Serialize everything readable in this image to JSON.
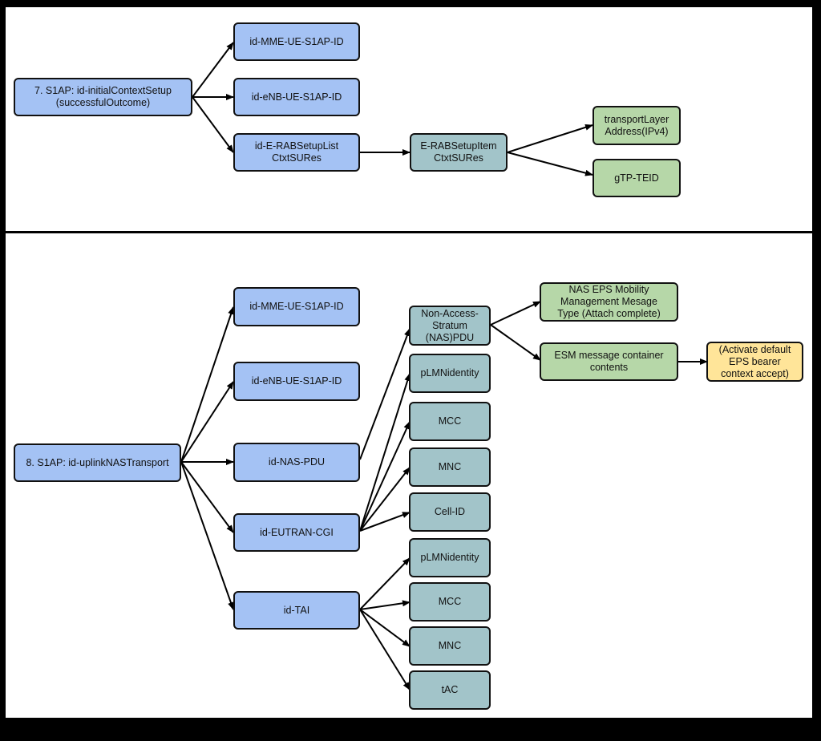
{
  "diagram": {
    "top": {
      "root": "7. S1AP: id-initialContextSetup\n(successfulOutcome)",
      "mme_ue_id": "id-MME-UE-S1AP-ID",
      "enb_ue_id": "id-eNB-UE-S1AP-ID",
      "erab_list": "id-E-RABSetupList\nCtxtSURes",
      "erab_item": "E-RABSetupItem\nCtxtSURes",
      "transport_layer": "transportLayer\nAddress(IPv4)",
      "gtp_teid": "gTP-TEID"
    },
    "bottom": {
      "root": "8. S1AP: id-uplinkNASTransport",
      "mme_ue_id": "id-MME-UE-S1AP-ID",
      "enb_ue_id": "id-eNB-UE-S1AP-ID",
      "nas_pdu": "id-NAS-PDU",
      "eutran_cgi": "id-EUTRAN-CGI",
      "tai": "id-TAI",
      "nas_pdu_detail": "Non-Access-\nStratum\n(NAS)PDU",
      "cgi_plmn": "pLMNidentity",
      "cgi_mcc": "MCC",
      "cgi_mnc": "MNC",
      "cell_id": "Cell-ID",
      "tai_plmn": "pLMNidentity",
      "tai_mcc": "MCC",
      "tai_mnc": "MNC",
      "tac": "tAC",
      "nas_emm_type": "NAS EPS Mobility\nManagement Mesage\nType (Attach complete)",
      "esm_container": "ESM message container\ncontents",
      "activate_default": "(Activate default\nEPS bearer\ncontext accept)"
    }
  },
  "colors": {
    "ie_node": "#a4c2f4",
    "sub_ie_node": "#a2c4c9",
    "leaf_node": "#b6d7a8",
    "payload_node": "#ffe599"
  }
}
